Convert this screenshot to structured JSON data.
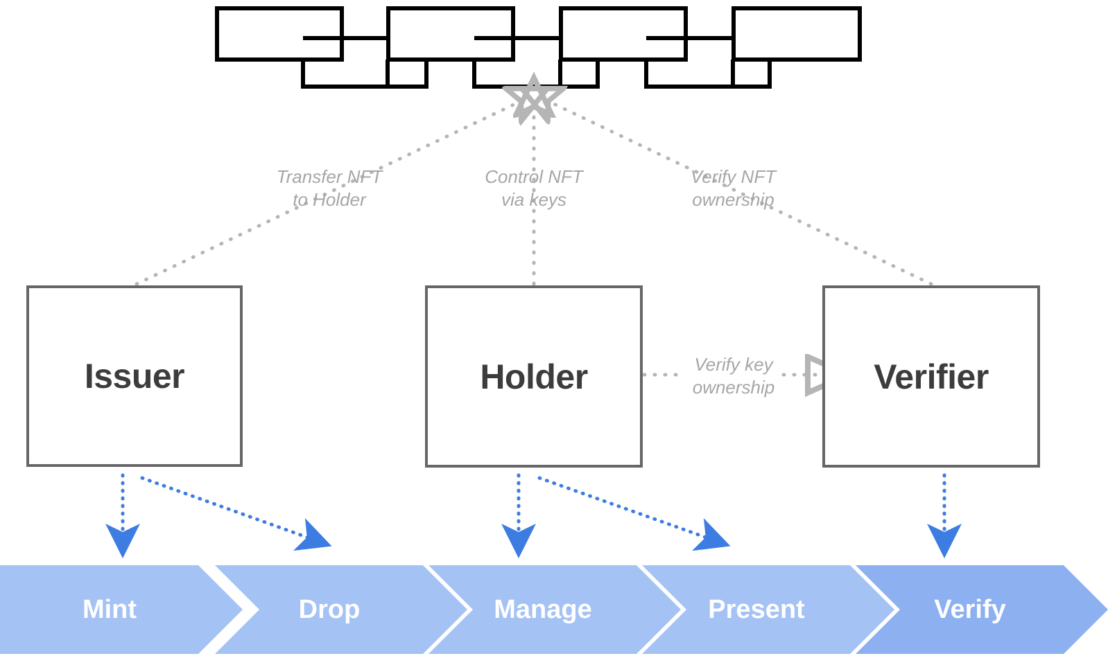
{
  "diagram": {
    "title": "NFT credential lifecycle: Issuer, Holder, Verifier and blockchain",
    "colors": {
      "chain_stroke": "#000000",
      "actor_border": "#666666",
      "actor_text": "#3c3c3c",
      "dotted_gray": "#b0b0b0",
      "caption_gray": "#a6a6a6",
      "arrow_blue": "#3d7ce0",
      "chevron_light": "#a4c2f4",
      "chevron_dark": "#8cb0f0",
      "chevron_text": "#ffffff",
      "background": "#ffffff"
    }
  },
  "blockchain": {
    "icon_name": "blockchain-chain-links-icon",
    "link_count": 7,
    "top_links": 4,
    "bottom_links": 3
  },
  "actors": [
    {
      "id": "issuer",
      "label": "Issuer",
      "name": "actor-box-issuer"
    },
    {
      "id": "holder",
      "label": "Holder",
      "name": "actor-box-holder"
    },
    {
      "id": "verifier",
      "label": "Verifier",
      "name": "actor-box-verifier"
    }
  ],
  "edges": [
    {
      "id": "transfer",
      "from": "issuer",
      "to": "blockchain",
      "label": "Transfer NFT\nto Holder",
      "style": "dotted",
      "color": "#b0b0b0"
    },
    {
      "id": "control",
      "from": "holder",
      "to": "blockchain",
      "label": "Control NFT\nvia keys",
      "style": "dotted",
      "color": "#b0b0b0"
    },
    {
      "id": "verify-nft",
      "from": "verifier",
      "to": "blockchain",
      "label": "Verify NFT\nownership",
      "style": "dotted",
      "color": "#b0b0b0"
    },
    {
      "id": "verify-key",
      "from": "holder",
      "to": "verifier",
      "label": "Verify key\nownership",
      "style": "dotted",
      "color": "#b0b0b0"
    }
  ],
  "stage_arrows": [
    {
      "from": "issuer",
      "to": "mint",
      "color": "#3d7ce0"
    },
    {
      "from": "issuer",
      "to": "drop",
      "color": "#3d7ce0"
    },
    {
      "from": "holder",
      "to": "manage",
      "color": "#3d7ce0"
    },
    {
      "from": "holder",
      "to": "present",
      "color": "#3d7ce0"
    },
    {
      "from": "verifier",
      "to": "verify",
      "color": "#3d7ce0"
    }
  ],
  "stages": [
    {
      "id": "mint",
      "label": "Mint",
      "highlight": false
    },
    {
      "id": "drop",
      "label": "Drop",
      "highlight": false
    },
    {
      "id": "manage",
      "label": "Manage",
      "highlight": false
    },
    {
      "id": "present",
      "label": "Present",
      "highlight": false
    },
    {
      "id": "verify",
      "label": "Verify",
      "highlight": true
    }
  ]
}
